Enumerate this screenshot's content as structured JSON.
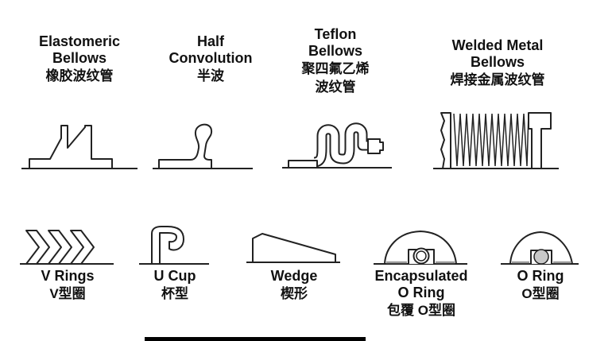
{
  "items_top": [
    {
      "line1": "Elastomeric",
      "line2": "Bellows",
      "cn1": "橡胶波纹管"
    },
    {
      "line1": "Half",
      "line2": "Convolution",
      "cn1": "半波"
    },
    {
      "line1": "Teflon",
      "line2": "Bellows",
      "cn1": "聚四氟乙烯",
      "cn2": "波纹管"
    },
    {
      "line1": "Welded Metal",
      "line2": "Bellows",
      "cn1": "焊接金属波纹管"
    }
  ],
  "items_bottom": [
    {
      "line1": "V Rings",
      "cn1": "V型圈"
    },
    {
      "line1": "U Cup",
      "cn1": "杯型"
    },
    {
      "line1": "Wedge",
      "cn1": "楔形"
    },
    {
      "line1": "Encapsulated",
      "line2": "O Ring",
      "cn1": "包覆 O型圈"
    },
    {
      "line1": "O Ring",
      "cn1": "O型圈"
    }
  ],
  "colors": {
    "background": "#ffffff",
    "ink": "#111111",
    "line": "#222222",
    "gray": "#9a9a9a",
    "bar": "#000000"
  }
}
